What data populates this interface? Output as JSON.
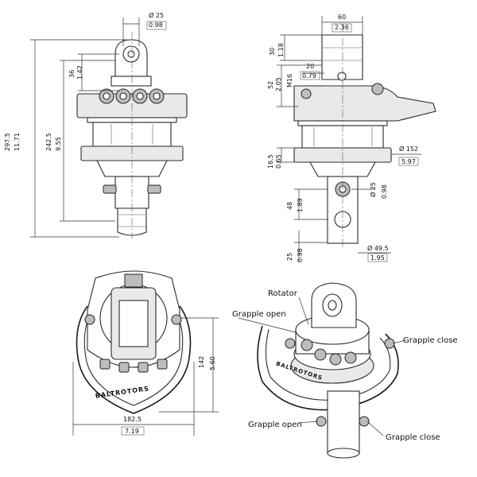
{
  "top_left_view": {
    "pin_dia": {
      "mm": "Ø 25",
      "in": "0.98"
    },
    "dim_36": {
      "mm": "36",
      "in": "1.42"
    },
    "dim_242": {
      "mm": "242.5",
      "in": "9.55"
    },
    "dim_297": {
      "mm": "297.5",
      "in": "11.71"
    }
  },
  "top_right_view": {
    "width_60": {
      "mm": "60",
      "in": "2.36"
    },
    "dim_30": {
      "mm": "30",
      "in": "1.18"
    },
    "dim_20": {
      "mm": "20",
      "in": "0.79"
    },
    "dim_52": {
      "mm": "52",
      "in": "2.05"
    },
    "thread": "M16",
    "dim_16_5": {
      "mm": "16.5",
      "in": "0.65"
    },
    "dia_152": {
      "mm": "Ø 152",
      "in": "5.97"
    },
    "dia_25": {
      "mm": "Ø 25",
      "in": "0.98"
    },
    "dim_48": {
      "mm": "48",
      "in": "1.89"
    },
    "dim_25": {
      "mm": "25",
      "in": "0.98"
    },
    "dia_49_5": {
      "mm": "Ø 49.5",
      "in": "1.95"
    }
  },
  "bottom_left_view": {
    "width_182": {
      "mm": "182.5",
      "in": "7.19"
    },
    "dim_142": {
      "mm": "142",
      "in": "5.60"
    },
    "brand": "BALTROTORS"
  },
  "iso_view": {
    "labels": {
      "rotator": "Rotator",
      "grapple_open_top": "Grapple open",
      "grapple_close_right": "Grapple close",
      "grapple_open_bottom": "Grapple open",
      "grapple_close_bottom": "Grapple close"
    },
    "brand": "BALTROTORS"
  },
  "colors": {
    "line": "#2b2b2b",
    "background": "#ffffff"
  }
}
